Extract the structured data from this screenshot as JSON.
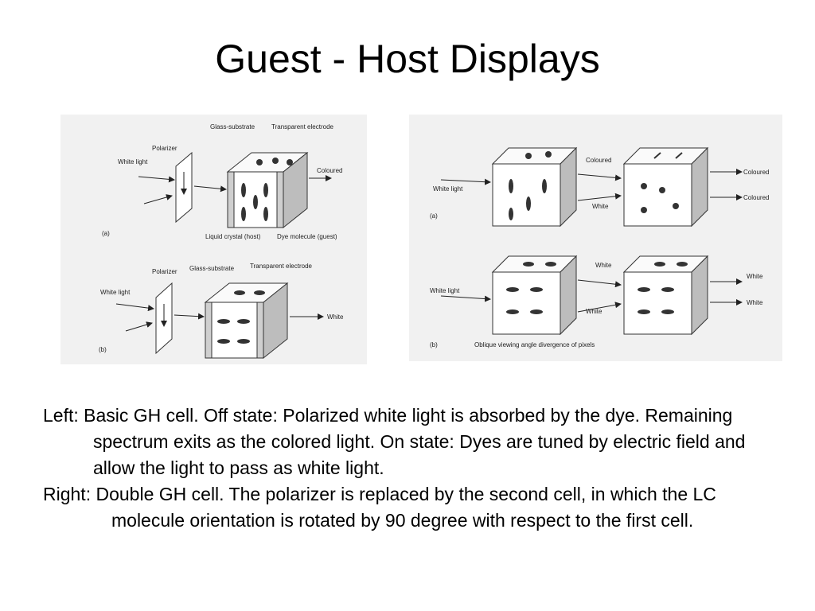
{
  "title": "Guest - Host Displays",
  "left_figure": {
    "panel_a": {
      "label": "(a)",
      "polarizer": "Polarizer",
      "glass": "Glass-substrate",
      "electrode": "Transparent electrode",
      "input": "White light",
      "output": "Coloured",
      "lc": "Liquid crystal (host)",
      "dye": "Dye molecule (guest)"
    },
    "panel_b": {
      "label": "(b)",
      "polarizer": "Polarizer",
      "glass": "Glass-substrate",
      "electrode": "Transparent electrode",
      "input": "White light",
      "output": "White"
    }
  },
  "right_figure": {
    "panel_a": {
      "label": "(a)",
      "input": "White light",
      "mid_top": "Coloured",
      "mid_bottom": "White",
      "out1": "Coloured",
      "out2": "Coloured"
    },
    "panel_b": {
      "label": "(b)",
      "input": "White light",
      "mid_top": "White",
      "mid_bottom": "White",
      "out1": "White",
      "out2": "White",
      "caption": "Oblique viewing angle divergence of pixels"
    }
  },
  "caption": {
    "left_lead": "Left:",
    "left_text": "Basic GH cell. Off state: Polarized white light is absorbed by the dye. Remaining spectrum exits as the colored light. On state: Dyes are tuned by electric field and allow the light to pass as white light.",
    "right_lead": "Right:",
    "right_text": "Double GH cell. The polarizer is replaced by the second cell, in which the LC molecule orientation is rotated by 90 degree with respect to the first cell."
  }
}
